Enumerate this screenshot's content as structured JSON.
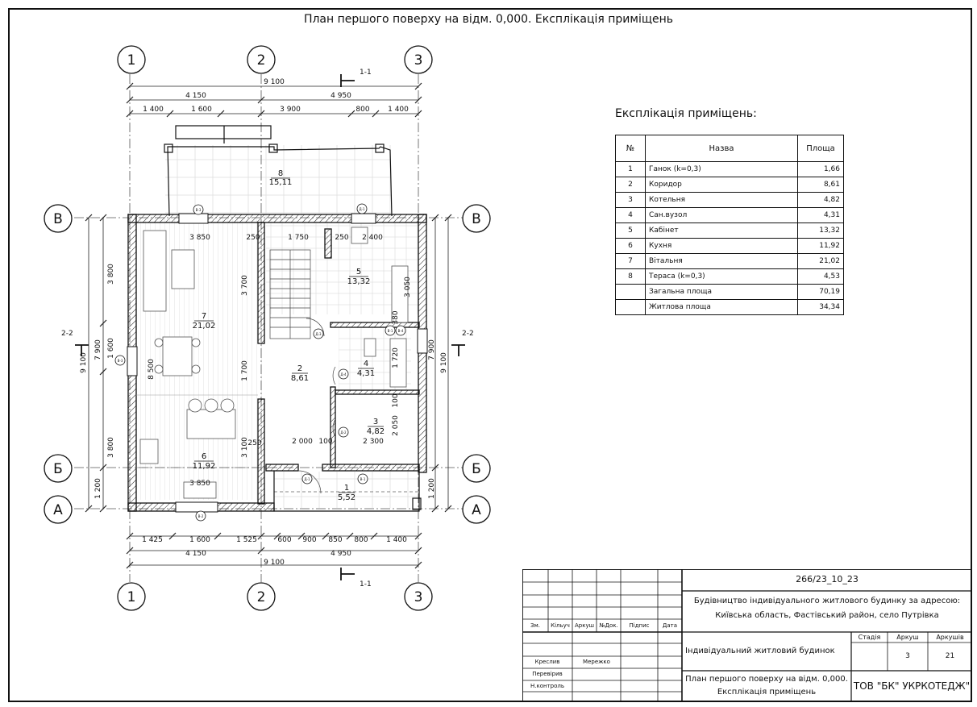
{
  "sheet_title": "План першого поверху на відм.  0,000. Експлікація приміщень",
  "axes": {
    "vertical": [
      "1",
      "2",
      "3"
    ],
    "horizontal": [
      "В",
      "Б",
      "А"
    ]
  },
  "sections": {
    "top": "1-1",
    "bottom": "1-1",
    "left": "2-2",
    "right": "2-2"
  },
  "dimensions": {
    "top_total": "9 100",
    "top_mid": [
      "4 150",
      "4 950"
    ],
    "top_detail": [
      "1 400",
      "1 600",
      "3 900",
      "800",
      "1 400"
    ],
    "bottom_detail": [
      "1 425",
      "1 600",
      "1 525",
      "600",
      "900",
      "850",
      "800",
      "1 400"
    ],
    "bottom_mid": [
      "4 150",
      "4 950"
    ],
    "bottom_total": "9 100",
    "left_total": "9 100",
    "left_mid": "7 900",
    "left_detail": [
      "3 800",
      "1 600",
      "3 800",
      "1 200"
    ],
    "right_total": "9 100",
    "right_mid": "7 900",
    "right_detail": [
      "1 200"
    ],
    "interior": [
      "3 850",
      "250",
      "1 750",
      "250",
      "2 400",
      "3 700",
      "8 500",
      "1 700",
      "3 100",
      "250",
      "2 000",
      "100",
      "2 300",
      "3 850",
      "3 050",
      "380",
      "1 720",
      "100",
      "2 050"
    ]
  },
  "rooms": [
    {
      "no": "1",
      "area": "5,52"
    },
    {
      "no": "2",
      "area": "8,61"
    },
    {
      "no": "3",
      "area": "4,82"
    },
    {
      "no": "4",
      "area": "4,31"
    },
    {
      "no": "5",
      "area": "13,32"
    },
    {
      "no": "6",
      "area": "11,92"
    },
    {
      "no": "7",
      "area": "21,02"
    },
    {
      "no": "8",
      "area": "15,11"
    }
  ],
  "openings": [
    "В-3",
    "Д-1",
    "Д-3",
    "Д-4",
    "Д-2",
    "Д-1",
    "В-1",
    "В-2",
    "В-3",
    "В-1",
    "В-4"
  ],
  "explication": {
    "title": "Експлікація приміщень:",
    "headers": [
      "№",
      "Назва",
      "Площа"
    ],
    "rows": [
      {
        "no": "1",
        "name": "Ганок (k=0,3)",
        "area": "1,66"
      },
      {
        "no": "2",
        "name": "Коридор",
        "area": "8,61"
      },
      {
        "no": "3",
        "name": "Котельня",
        "area": "4,82"
      },
      {
        "no": "4",
        "name": "Сан.вузол",
        "area": "4,31"
      },
      {
        "no": "5",
        "name": "Кабінет",
        "area": "13,32"
      },
      {
        "no": "6",
        "name": "Кухня",
        "area": "11,92"
      },
      {
        "no": "7",
        "name": "Вітальня",
        "area": "21,02"
      },
      {
        "no": "8",
        "name": "Тераса (k=0,3)",
        "area": "4,53"
      }
    ],
    "totals": [
      {
        "name": "Загальна площа",
        "area": "70,19"
      },
      {
        "name": "Житлова площа",
        "area": "34,34"
      }
    ]
  },
  "title_block": {
    "code": "266/23_10_23",
    "project": "Будівництво індивідуального житлового будинку за адресою:",
    "address": "Київська область, Фастівський  район, село Путрівка",
    "object": "Індивідуальний житловий будинок",
    "sheet_name_1": "План  першого поверху на відм. 0,000.",
    "sheet_name_2": "Експлікація приміщень",
    "company": "ТОВ \"БК\" УКРКОТЕДЖ\"",
    "col_headers": [
      "Зм.",
      "Кільуч",
      "Аркуш",
      "№Док.",
      "Підпис",
      "Дата"
    ],
    "stage_label": "Стадія",
    "sheet_label": "Аркуш",
    "sheets_label": "Аркушів",
    "stage": "",
    "sheet": "3",
    "sheets": "21",
    "roles": [
      {
        "role": "Креслив",
        "name": "Мережко"
      },
      {
        "role": "Перевірив",
        "name": ""
      },
      {
        "role": "Н.контроль",
        "name": ""
      }
    ]
  }
}
